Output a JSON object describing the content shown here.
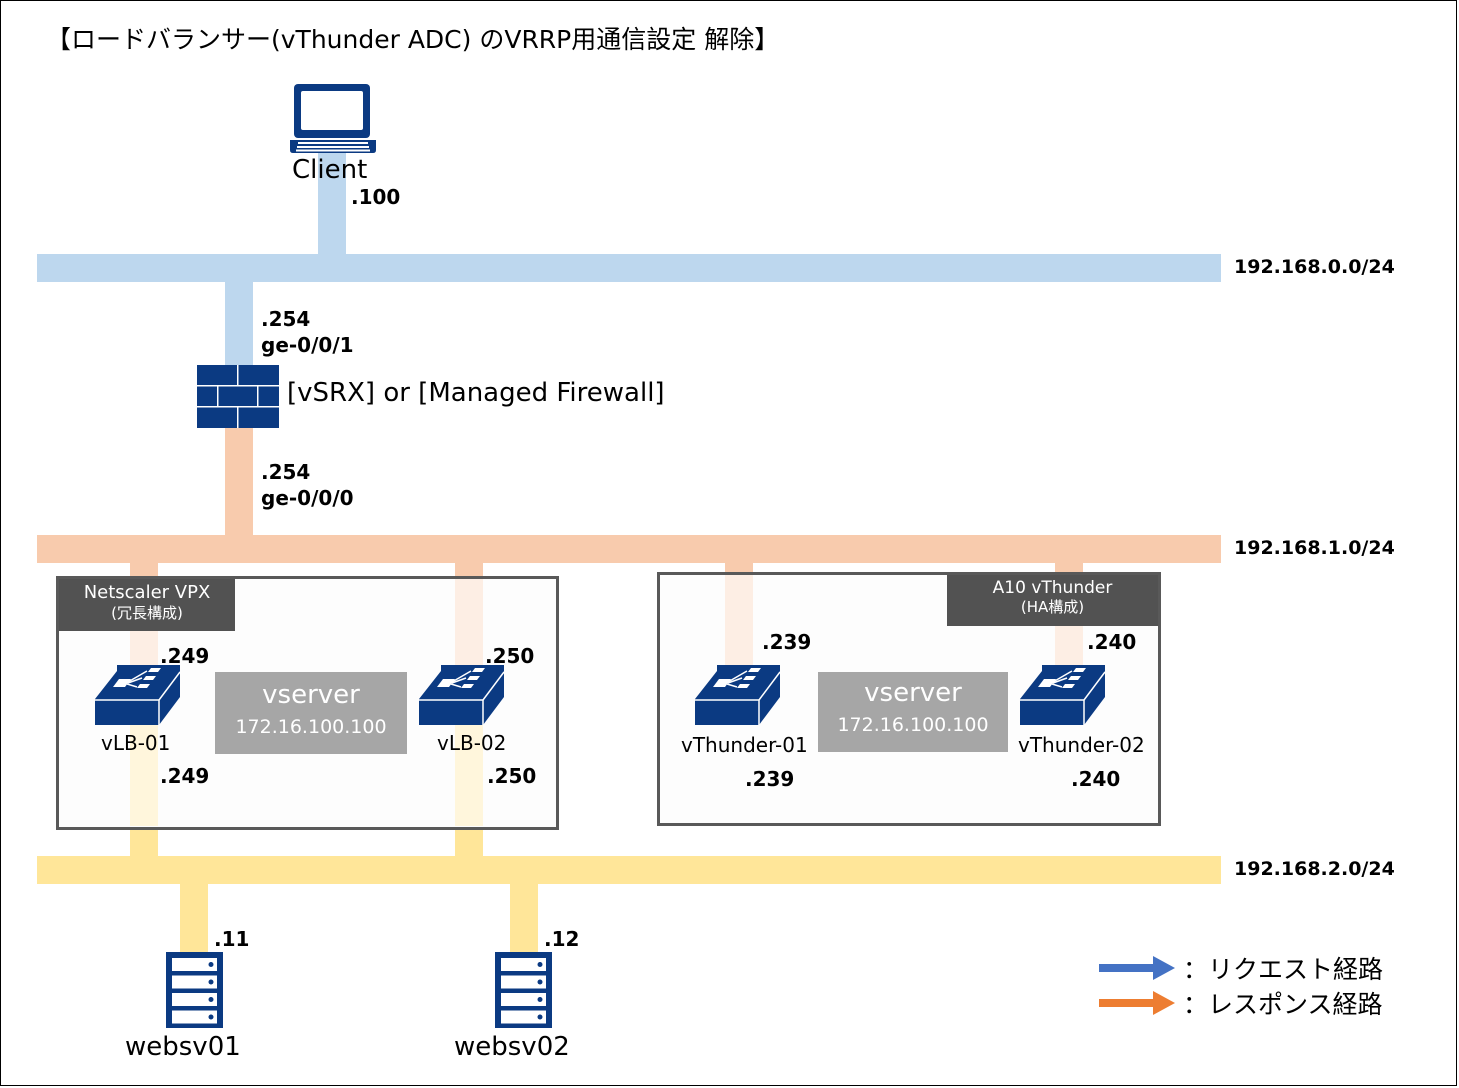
{
  "title": "【ロードバランサー(vThunder ADC) のVRRP用通信設定 解除】",
  "colors": {
    "icon_navy": "#0b3a82",
    "net_blue": "#bdd7ee",
    "net_orange": "#f8cbad",
    "net_yellow": "#ffe699",
    "group_tag_bg": "#525252",
    "vserver_bg": "#a6a6a6",
    "request_arrow": "#4472c4",
    "response_arrow": "#ed7d31"
  },
  "networks": {
    "net0": "192.168.0.0/24",
    "net1": "192.168.1.0/24",
    "net2": "192.168.2.0/24"
  },
  "client": {
    "icon": "laptop-icon",
    "label": "Client",
    "ip": ".100"
  },
  "firewall": {
    "icon": "firewall-icon",
    "label": "[vSRX] or [Managed Firewall]",
    "upper_ip": ".254",
    "upper_if": "ge-0/0/1",
    "lower_ip": ".254",
    "lower_if": "ge-0/0/0"
  },
  "netscaler": {
    "tag_line1": "Netscaler VPX",
    "tag_line2": "(冗長構成)",
    "vserver_label": "vserver",
    "vserver_ip": "172.16.100.100",
    "nodes": [
      {
        "icon": "load-balancer-icon",
        "label": "vLB-01",
        "upper_ip": ".249",
        "lower_ip": ".249"
      },
      {
        "icon": "load-balancer-icon",
        "label": "vLB-02",
        "upper_ip": ".250",
        "lower_ip": ".250"
      }
    ]
  },
  "vthunder": {
    "tag_line1": "A10 vThunder",
    "tag_line2": "(HA構成)",
    "vserver_label": "vserver",
    "vserver_ip": "172.16.100.100",
    "nodes": [
      {
        "icon": "load-balancer-icon",
        "label": "vThunder-01",
        "upper_ip": ".239",
        "lower_ip": ".239"
      },
      {
        "icon": "load-balancer-icon",
        "label": "vThunder-02",
        "upper_ip": ".240",
        "lower_ip": ".240"
      }
    ]
  },
  "servers": [
    {
      "icon": "server-icon",
      "label": "websv01",
      "ip": ".11"
    },
    {
      "icon": "server-icon",
      "label": "websv02",
      "ip": ".12"
    }
  ],
  "legend": [
    {
      "icon": "request-arrow-icon",
      "label": "：リクエスト経路"
    },
    {
      "icon": "response-arrow-icon",
      "label": "：レスポンス経路"
    }
  ]
}
